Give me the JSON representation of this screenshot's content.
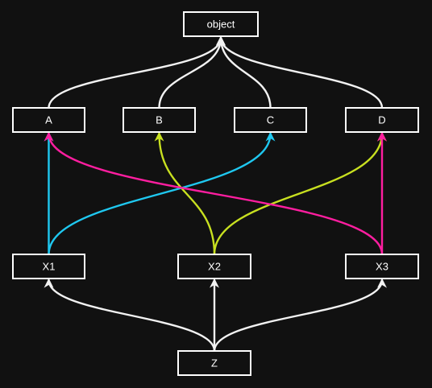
{
  "colors": {
    "background": "#111111",
    "box_stroke": "#ffffff",
    "label": "#ffffff",
    "inherit_edge": "#f2f2f2",
    "x1_edge": "#1fc8f0",
    "x2_edge": "#c8e020",
    "x3_edge": "#ff1ea0"
  },
  "nodes": {
    "object": {
      "label": "object"
    },
    "a": {
      "label": "A"
    },
    "b": {
      "label": "B"
    },
    "c": {
      "label": "C"
    },
    "d": {
      "label": "D"
    },
    "x1": {
      "label": "X1"
    },
    "x2": {
      "label": "X2"
    },
    "x3": {
      "label": "X3"
    },
    "z": {
      "label": "Z"
    }
  },
  "edges": [
    {
      "from": "a",
      "to": "object",
      "color": "inherit_edge"
    },
    {
      "from": "b",
      "to": "object",
      "color": "inherit_edge"
    },
    {
      "from": "c",
      "to": "object",
      "color": "inherit_edge"
    },
    {
      "from": "d",
      "to": "object",
      "color": "inherit_edge"
    },
    {
      "from": "x1",
      "to": "a",
      "color": "x1_edge"
    },
    {
      "from": "x1",
      "to": "c",
      "color": "x1_edge"
    },
    {
      "from": "x2",
      "to": "b",
      "color": "x2_edge"
    },
    {
      "from": "x2",
      "to": "d",
      "color": "x2_edge"
    },
    {
      "from": "x3",
      "to": "d",
      "color": "x3_edge"
    },
    {
      "from": "x3",
      "to": "a",
      "color": "x3_edge"
    },
    {
      "from": "z",
      "to": "x1",
      "color": "inherit_edge"
    },
    {
      "from": "z",
      "to": "x2",
      "color": "inherit_edge"
    },
    {
      "from": "z",
      "to": "x3",
      "color": "inherit_edge"
    }
  ]
}
